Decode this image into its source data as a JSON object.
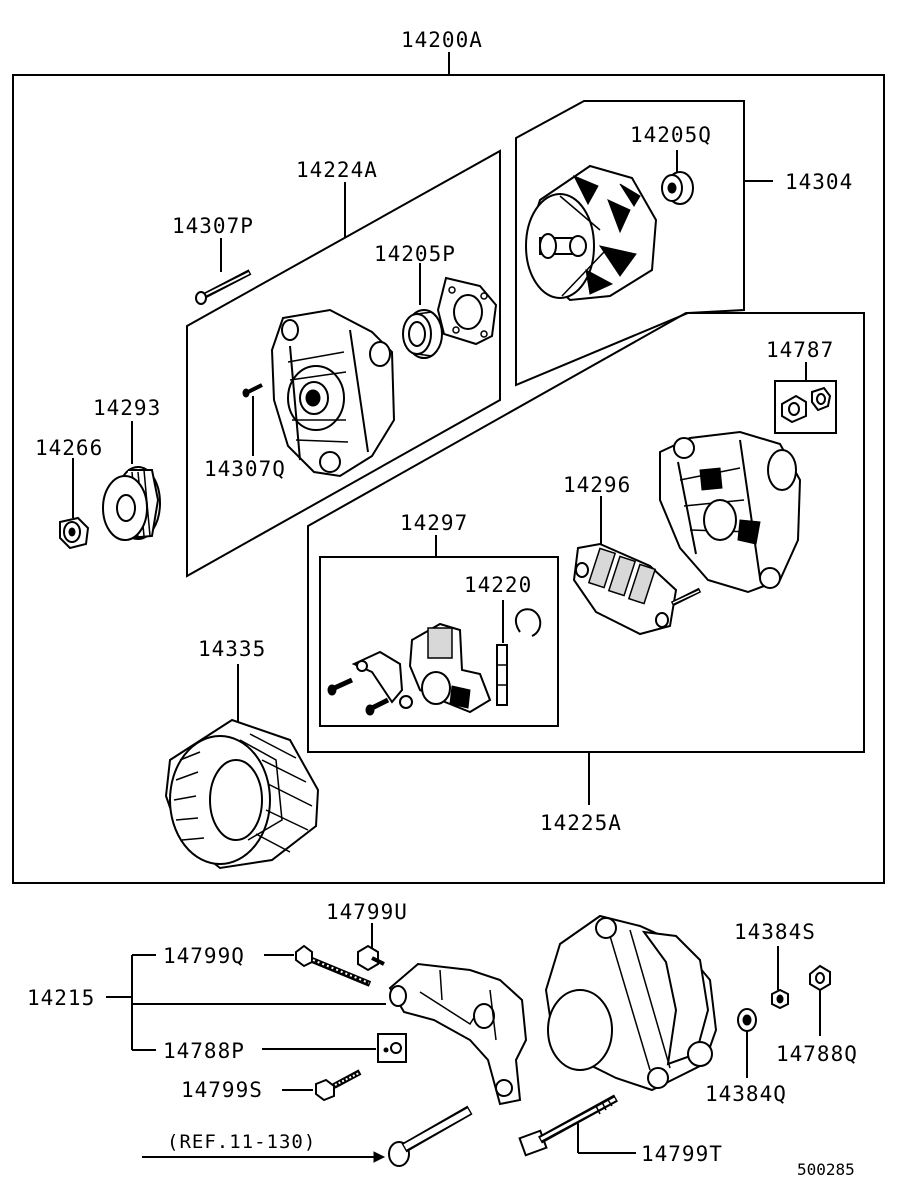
{
  "diagram": {
    "assembly_number": "14200A",
    "drawing_code": "500285",
    "reference": "(REF.11-130)",
    "parts": {
      "p14224A": "14224A",
      "p14307P": "14307P",
      "p14205P": "14205P",
      "p14307Q": "14307Q",
      "p14293": "14293",
      "p14266": "14266",
      "p14205Q": "14205Q",
      "p14304": "14304",
      "p14787": "14787",
      "p14296": "14296",
      "p14297": "14297",
      "p14220": "14220",
      "p14335": "14335",
      "p14225A": "14225A",
      "p14799U": "14799U",
      "p14799Q": "14799Q",
      "p14215": "14215",
      "p14788P": "14788P",
      "p14799S": "14799S",
      "p14799T": "14799T",
      "p14384S": "14384S",
      "p14384Q": "14384Q",
      "p14788Q": "14788Q"
    }
  }
}
